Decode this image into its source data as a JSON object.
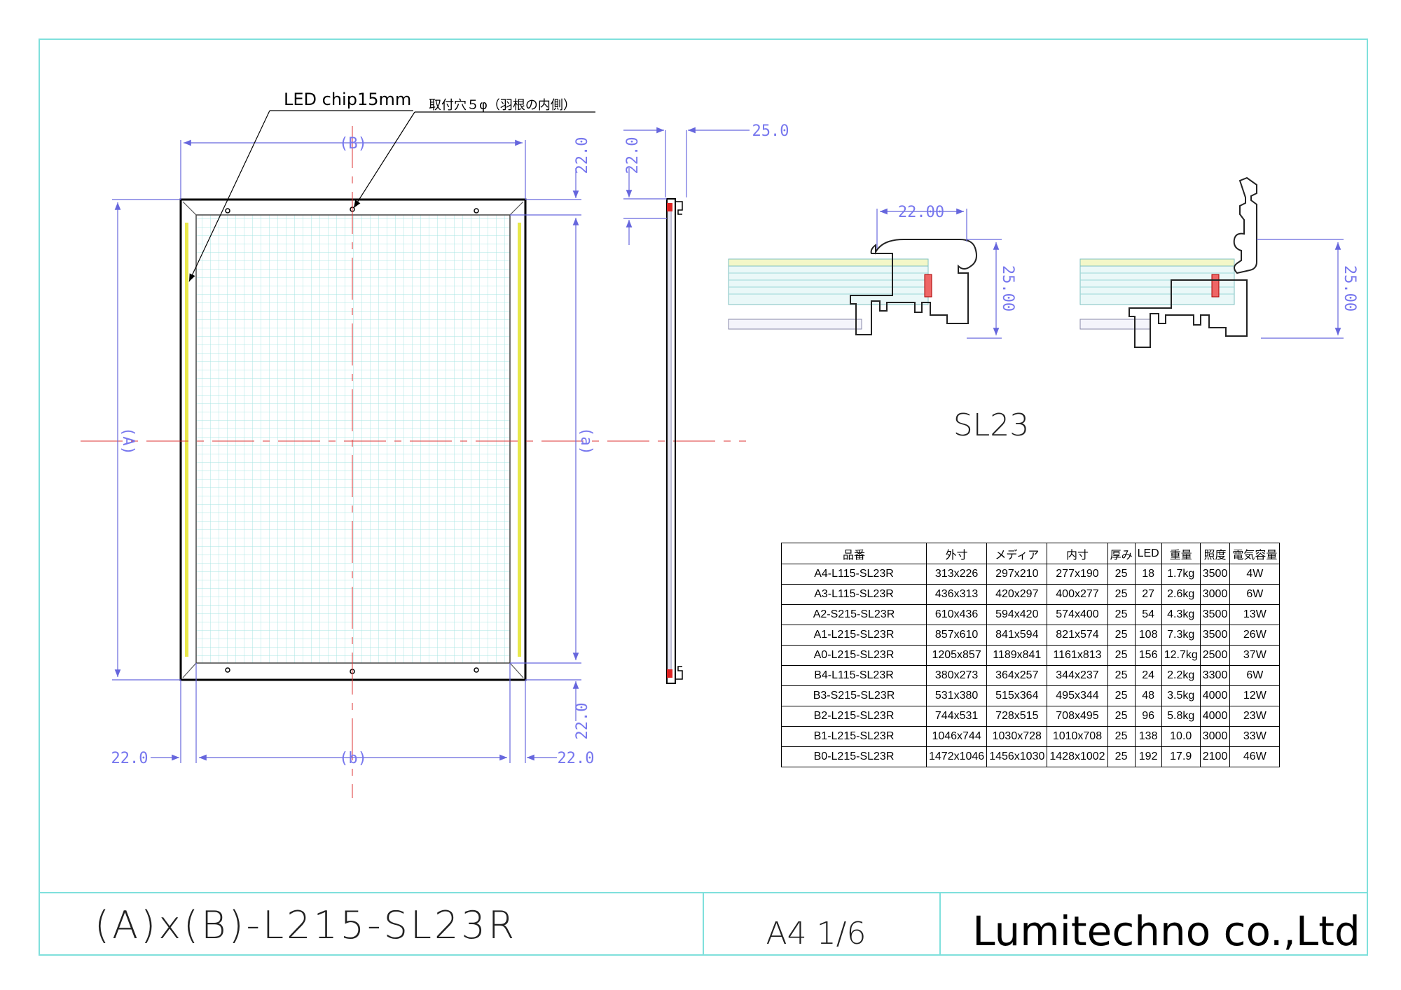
{
  "drawing": {
    "callouts": {
      "led_chip": "LED chip15mm",
      "mount_hole": "取付穴５φ（羽根の内側）"
    },
    "front_view": {
      "label_B": "(B)",
      "label_A": "(A)",
      "label_a": "(a)",
      "label_b": "(b)",
      "dim_top": "22.0",
      "dim_bottom": "22.0",
      "dim_left": "22.0",
      "dim_right": "22.0"
    },
    "side_view": {
      "dim_top": "22.0",
      "dim_thickness": "25.0"
    },
    "profile": {
      "model": "SL23",
      "dim_width": "22.00",
      "dim_height_left": "25.00",
      "dim_height_right": "25.00"
    }
  },
  "table": {
    "headers": [
      "品番",
      "外寸",
      "メディア",
      "内寸",
      "厚み",
      "LED",
      "重量",
      "照度",
      "電気容量"
    ],
    "rows": [
      [
        "A4-L115-SL23R",
        "313x226",
        "297x210",
        "277x190",
        "25",
        "18",
        "1.7kg",
        "3500",
        "4W"
      ],
      [
        "A3-L115-SL23R",
        "436x313",
        "420x297",
        "400x277",
        "25",
        "27",
        "2.6kg",
        "3000",
        "6W"
      ],
      [
        "A2-S215-SL23R",
        "610x436",
        "594x420",
        "574x400",
        "25",
        "54",
        "4.3kg",
        "3500",
        "13W"
      ],
      [
        "A1-L215-SL23R",
        "857x610",
        "841x594",
        "821x574",
        "25",
        "108",
        "7.3kg",
        "3500",
        "26W"
      ],
      [
        "A0-L215-SL23R",
        "1205x857",
        "1189x841",
        "1161x813",
        "25",
        "156",
        "12.7kg",
        "2500",
        "37W"
      ],
      [
        "B4-L115-SL23R",
        "380x273",
        "364x257",
        "344x237",
        "25",
        "24",
        "2.2kg",
        "3300",
        "6W"
      ],
      [
        "B3-S215-SL23R",
        "531x380",
        "515x364",
        "495x344",
        "25",
        "48",
        "3.5kg",
        "4000",
        "12W"
      ],
      [
        "B2-L215-SL23R",
        "744x531",
        "728x515",
        "708x495",
        "25",
        "96",
        "5.8kg",
        "4000",
        "23W"
      ],
      [
        "B1-L215-SL23R",
        "1046x744",
        "1030x728",
        "1010x708",
        "25",
        "138",
        "10.0",
        "3000",
        "33W"
      ],
      [
        "B0-L215-SL23R",
        "1472x1046",
        "1456x1030",
        "1428x1002",
        "25",
        "192",
        "17.9",
        "2100",
        "46W"
      ]
    ]
  },
  "title_block": {
    "part_number": "(A)x(B)-L215-SL23R",
    "sheet": "A4 1/6",
    "company": "Lumitechno co.,Ltd"
  },
  "colors": {
    "frame": "#7fe0dc",
    "dimension": "#7777ee",
    "led": "#e8e84a",
    "grid": "#b8ecea",
    "center_line": "#dd3333"
  }
}
